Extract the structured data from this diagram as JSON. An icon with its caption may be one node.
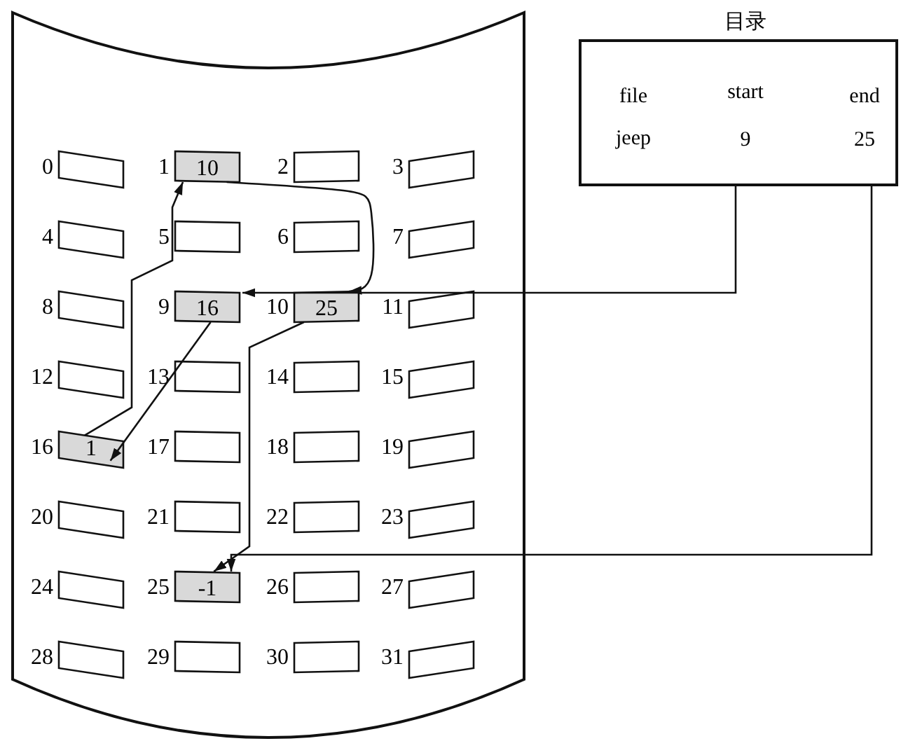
{
  "diagram": {
    "nodes": [
      {
        "text": [],
        "shape": "box"
      },
      {
        "text": [],
        "shape": "box",
        "beside": [
          "0"
        ],
        "in": 0
      },
      {
        "text": [
          "10"
        ],
        "beside": [
          "1"
        ],
        "in": 0
      },
      {
        "text": [],
        "shape": "box",
        "beside": [
          "2"
        ],
        "in": 0
      },
      {
        "text": [],
        "shape": "box",
        "beside": [
          "3"
        ],
        "in": 0
      },
      {
        "text": [],
        "shape": "box",
        "beside": [
          "4"
        ],
        "in": 0
      },
      {
        "text": [],
        "shape": "box",
        "beside": [
          "5"
        ],
        "in": 0
      },
      {
        "text": [],
        "shape": "box",
        "beside": [
          "6"
        ],
        "in": 0
      },
      {
        "text": [],
        "shape": "box",
        "beside": [
          "7"
        ],
        "in": 0
      },
      {
        "text": [],
        "shape": "box",
        "beside": [
          "8"
        ],
        "in": 0
      },
      {
        "text": [
          "16"
        ],
        "beside": [
          "9"
        ],
        "in": 0
      },
      {
        "text": [
          "25"
        ],
        "beside": [
          "10"
        ],
        "in": 0
      },
      {
        "text": [],
        "shape": "box",
        "beside": [
          "11"
        ],
        "in": 0
      },
      {
        "text": [],
        "shape": "box",
        "beside": [
          "12"
        ],
        "in": 0
      },
      {
        "text": [],
        "shape": "box",
        "beside": [
          "13"
        ],
        "in": 0
      },
      {
        "text": [],
        "shape": "box",
        "beside": [
          "14"
        ],
        "in": 0
      },
      {
        "text": [],
        "shape": "box",
        "beside": [
          "15"
        ],
        "in": 0
      },
      {
        "text": [
          "1"
        ],
        "beside": [
          "16"
        ],
        "in": 0
      },
      {
        "text": [],
        "shape": "box",
        "beside": [
          "17"
        ],
        "in": 0
      },
      {
        "text": [],
        "shape": "box",
        "beside": [
          "18"
        ],
        "in": 0
      },
      {
        "text": [],
        "shape": "box",
        "beside": [
          "19"
        ],
        "in": 0
      },
      {
        "text": [],
        "shape": "box",
        "beside": [
          "20"
        ],
        "in": 0
      },
      {
        "text": [],
        "shape": "box",
        "beside": [
          "21"
        ],
        "in": 0
      },
      {
        "text": [],
        "shape": "box",
        "beside": [
          "22"
        ],
        "in": 0
      },
      {
        "text": [],
        "shape": "box",
        "beside": [
          "23"
        ],
        "in": 0
      },
      {
        "text": [],
        "shape": "box",
        "beside": [
          "24"
        ],
        "in": 0
      },
      {
        "text": [
          "-1"
        ],
        "beside": [
          "25"
        ],
        "in": 0
      },
      {
        "text": [],
        "shape": "box",
        "beside": [
          "26"
        ],
        "in": 0
      },
      {
        "text": [],
        "shape": "box",
        "beside": [
          "27"
        ],
        "in": 0
      },
      {
        "text": [],
        "shape": "box",
        "beside": [
          "28"
        ],
        "in": 0
      },
      {
        "text": [],
        "shape": "box",
        "beside": [
          "29"
        ],
        "in": 0
      },
      {
        "text": [],
        "shape": "box",
        "beside": [
          "30"
        ],
        "in": 0
      },
      {
        "text": [],
        "shape": "box",
        "beside": [
          "31"
        ],
        "in": 0
      },
      {
        "text": [
          "目录",
          "file",
          "start",
          "end",
          "jeep",
          "9",
          "25"
        ]
      }
    ],
    "edges": [
      {
        "from": 33,
        "to": 10,
        "arrow": "to"
      },
      {
        "from": 10,
        "to": 17,
        "arrow": "to"
      },
      {
        "from": 17,
        "to": 2,
        "arrow": "to"
      },
      {
        "from": 2,
        "to": 11,
        "arrow": "to"
      },
      {
        "from": 11,
        "to": 26,
        "arrow": "to"
      },
      {
        "from": 33,
        "to": 26,
        "arrow": "to"
      }
    ]
  }
}
